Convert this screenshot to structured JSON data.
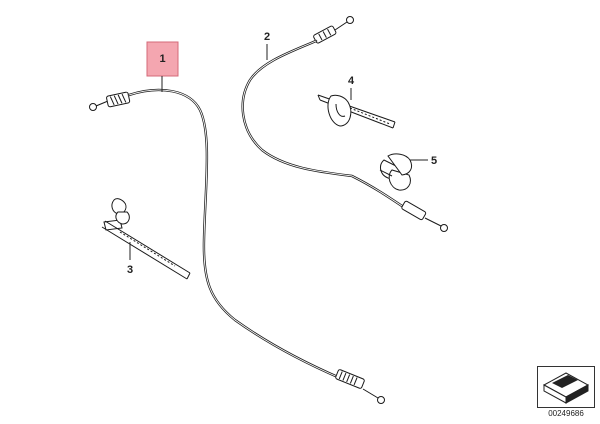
{
  "callouts": [
    {
      "id": "1",
      "label": "1",
      "highlighted": true
    },
    {
      "id": "2",
      "label": "2",
      "highlighted": false
    },
    {
      "id": "3",
      "label": "3",
      "highlighted": false
    },
    {
      "id": "4",
      "label": "4",
      "highlighted": false
    },
    {
      "id": "5",
      "label": "5",
      "highlighted": false
    }
  ],
  "reference_code": "00249686",
  "colors": {
    "highlight_fill": "#f4a6b0",
    "highlight_border": "#d46a78",
    "line": "#1a1a1a"
  }
}
